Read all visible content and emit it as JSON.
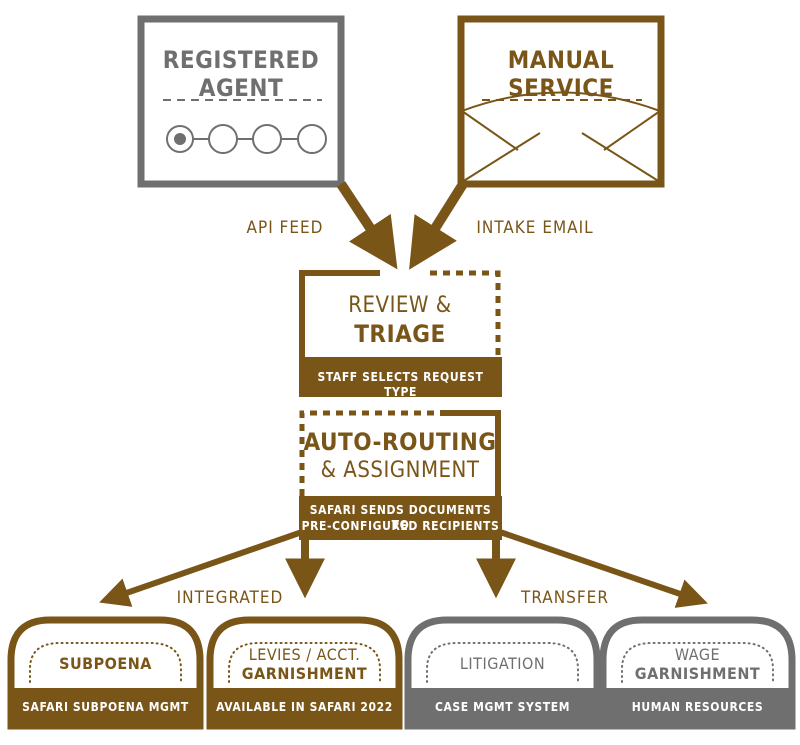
{
  "colors": {
    "gray": "#6f6f6f",
    "brown": "#7a5518",
    "white": "#ffffff"
  },
  "sources": {
    "registered_agent": {
      "title": "REGISTERED AGENT"
    },
    "manual_service": {
      "title": "MANUAL SERVICE"
    }
  },
  "edges": {
    "api_feed": "API FEED",
    "intake_email": "INTAKE EMAIL",
    "integrated": "INTEGRATED",
    "transfer": "TRANSFER"
  },
  "review": {
    "line1": "REVIEW &",
    "line2": "TRIAGE",
    "bar": "STAFF SELECTS REQUEST TYPE"
  },
  "routing": {
    "line1": "AUTO-ROUTING",
    "line2": "& ASSIGNMENT",
    "bar_line1": "SAFARI SENDS DOCUMENTS TO",
    "bar_line2": "PRE-CONFIGURED RECIPIENTS"
  },
  "destinations": [
    {
      "line1": "SUBPOENA",
      "line2": "",
      "bar": "SAFARI SUBPOENA MGMT",
      "color": "#7a5518"
    },
    {
      "line1": "LEVIES / ACCT.",
      "line2": "GARNISHMENT",
      "bar": "AVAILABLE IN SAFARI 2022",
      "color": "#7a5518"
    },
    {
      "line1": "LITIGATION",
      "line2": "",
      "bar": "CASE MGMT SYSTEM",
      "color": "#6f6f6f"
    },
    {
      "line1": "WAGE",
      "line2": "GARNISHMENT",
      "bar": "HUMAN RESOURCES",
      "color": "#6f6f6f"
    }
  ]
}
